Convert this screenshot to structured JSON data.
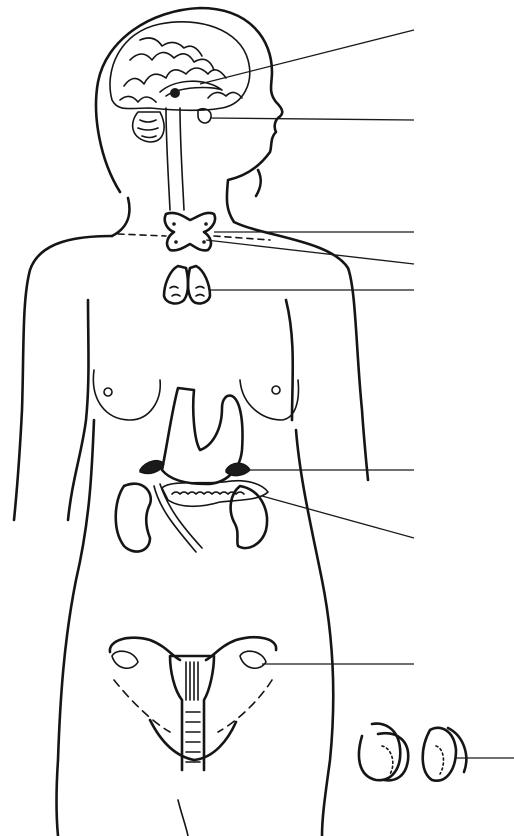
{
  "diagram": {
    "title": "",
    "style": "black line drawing on white",
    "label_text": [],
    "structures": [
      "brain",
      "hypothalamus",
      "pituitary-gland",
      "thyroid-gland",
      "parathyroid-glands",
      "thymus",
      "stomach",
      "adrenal-glands",
      "kidneys",
      "pancreas",
      "uterus",
      "ovaries",
      "testes-inset"
    ],
    "leader_line_count": 9
  }
}
